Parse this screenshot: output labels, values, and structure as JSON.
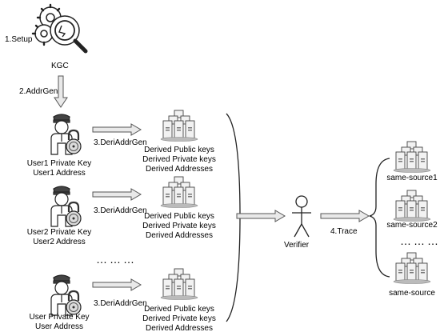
{
  "setup": {
    "step": "1.Setup",
    "kgc": "KGC"
  },
  "addrgen": {
    "step": "2.AddrGen"
  },
  "users": [
    {
      "line1": "User1 Private Key",
      "line2": "User1 Address",
      "arrow": "3.DeriAddrGen",
      "derived": [
        "Derived Public keys",
        "Derived Private keys",
        "Derived Addresses"
      ]
    },
    {
      "line1": "User2 Private Key",
      "line2": "User2 Address",
      "arrow": "3.DeriAddrGen",
      "derived": [
        "Derived Public keys",
        "Derived Private keys",
        "Derived Addresses"
      ]
    },
    {
      "line1": "User Private Key",
      "line2": "User Address",
      "arrow": "3.DeriAddrGen",
      "derived": [
        "Derived Public keys",
        "Derived Private keys",
        "Derived Addresses"
      ]
    }
  ],
  "ellipsis_mid": "………",
  "verifier": {
    "label": "Verifier"
  },
  "trace": {
    "step": "4.Trace"
  },
  "sources": [
    {
      "label": "same-source1"
    },
    {
      "label": "same-source2"
    },
    {
      "label": "same-source"
    }
  ],
  "ellipsis_right": "………"
}
